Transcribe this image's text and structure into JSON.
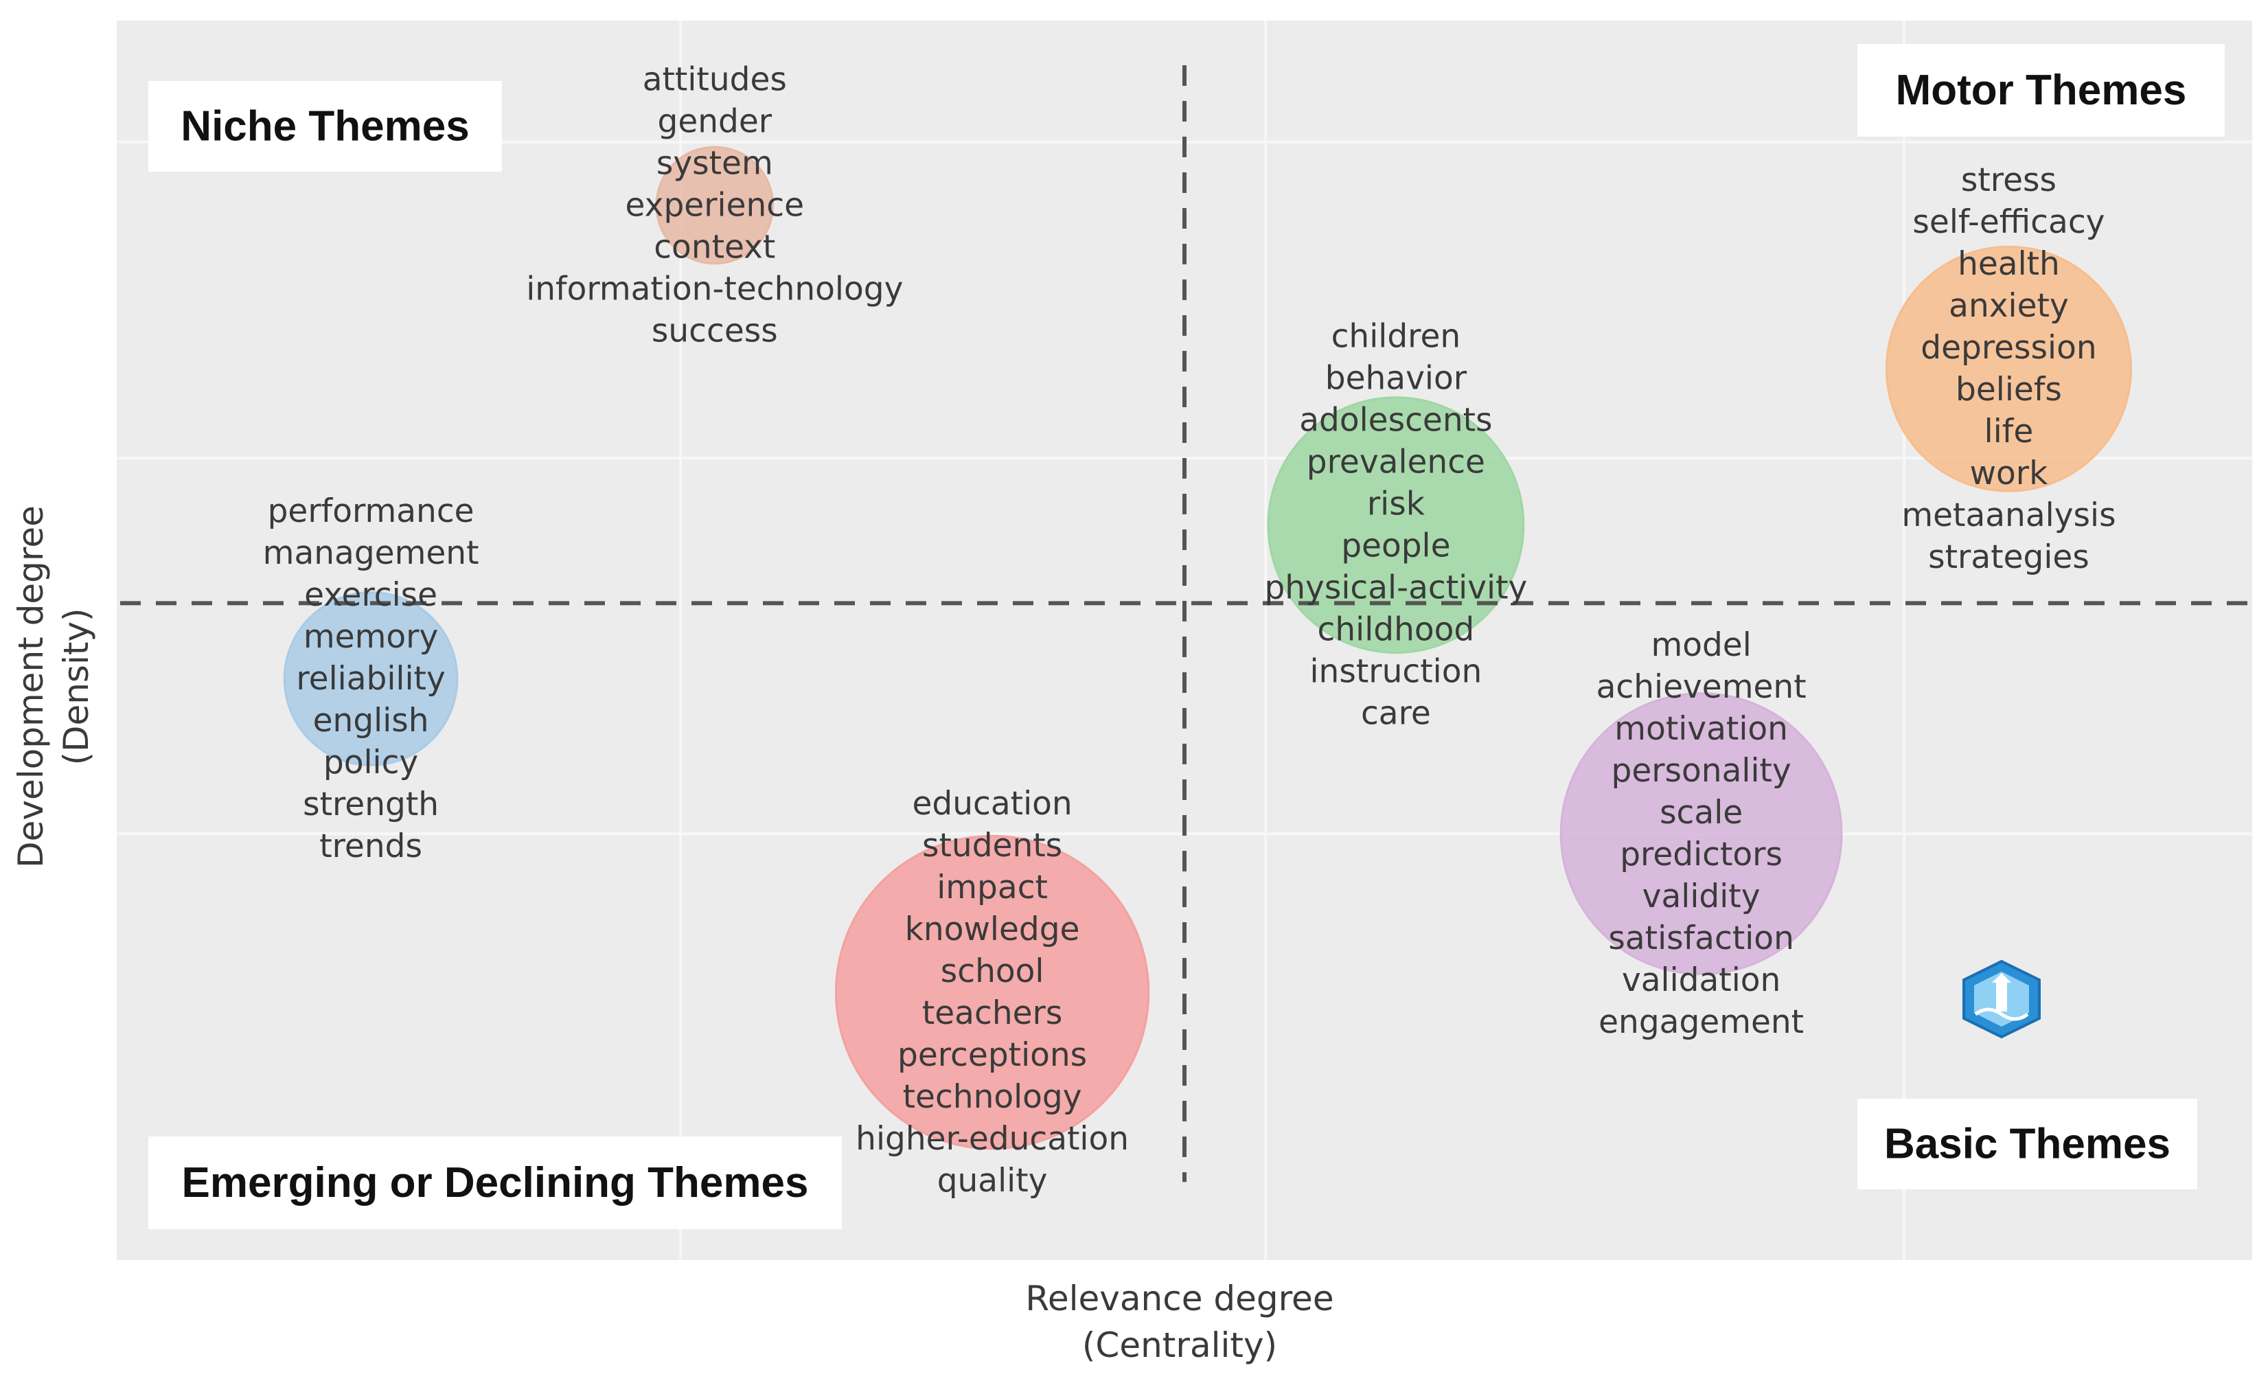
{
  "chart_data": {
    "type": "scatter",
    "title": "",
    "xlabel": "Relevance degree",
    "xlabel_sub": "(Centrality)",
    "ylabel": "Development degree",
    "ylabel_sub": "(Density)",
    "xlim": [
      0,
      100
    ],
    "ylim": [
      0,
      100
    ],
    "grid": true,
    "median_x": 50.0,
    "median_y": 53.0,
    "quadrants": [
      {
        "name": "Niche Themes",
        "position": "top-left"
      },
      {
        "name": "Motor Themes",
        "position": "top-right"
      },
      {
        "name": "Emerging or Declining Themes",
        "position": "bottom-left"
      },
      {
        "name": "Basic Themes",
        "position": "bottom-right"
      }
    ],
    "clusters": [
      {
        "x": 28,
        "y": 85.1,
        "size": 0.5,
        "color": "#e8b9a4",
        "keywords": [
          "attitudes",
          "gender",
          "system",
          "experience",
          "context",
          "information-technology",
          "success"
        ]
      },
      {
        "x": 11.9,
        "y": 46.9,
        "size": 1.1,
        "color": "#a9cbe6",
        "keywords": [
          "performance",
          "management",
          "exercise",
          "memory",
          "reliability",
          "english",
          "policy",
          "strength",
          "trends"
        ]
      },
      {
        "x": 41,
        "y": 21.6,
        "size": 3.6,
        "color": "#f6a0a0",
        "keywords": [
          "education",
          "students",
          "impact",
          "knowledge",
          "school",
          "teachers",
          "perceptions",
          "technology",
          "higher-education",
          "quality"
        ]
      },
      {
        "x": 59.9,
        "y": 59.3,
        "size": 2.4,
        "color": "#9ed7a2",
        "keywords": [
          "children",
          "behavior",
          "adolescents",
          "prevalence",
          "risk",
          "people",
          "physical-activity",
          "childhood",
          "instruction",
          "care"
        ]
      },
      {
        "x": 74.2,
        "y": 34.4,
        "size": 2.9,
        "color": "#d6b3da",
        "keywords": [
          "model",
          "achievement",
          "motivation",
          "personality",
          "scale",
          "predictors",
          "validity",
          "satisfaction",
          "validation",
          "engagement"
        ]
      },
      {
        "x": 88.6,
        "y": 71.9,
        "size": 2.2,
        "color": "#f8bd8d",
        "keywords": [
          "stress",
          "self-efficacy",
          "health",
          "anxiety",
          "depression",
          "beliefs",
          "life",
          "work",
          "metaanalysis",
          "strategies"
        ]
      }
    ],
    "logo_icon": "lighthouse-logo-icon"
  }
}
